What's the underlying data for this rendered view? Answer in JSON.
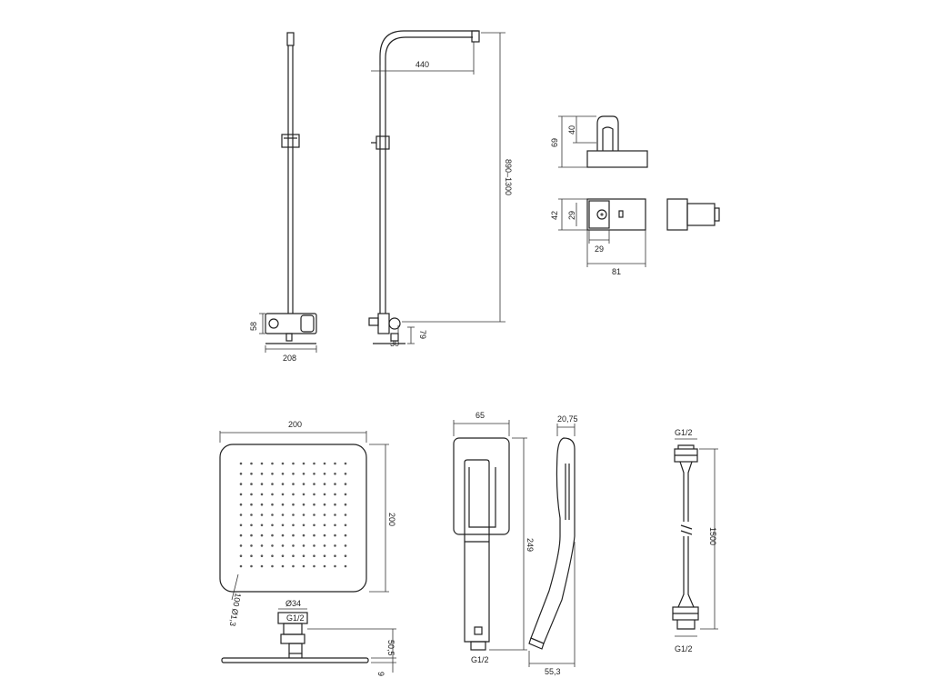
{
  "dimensions": {
    "column_top": {
      "mixer_height": "58",
      "mixer_width": "208",
      "arm_reach": "440",
      "height_range": "890–1300",
      "outlet_offset": "30",
      "outlet_height": "79"
    },
    "holder": {
      "total_height": "69",
      "hook_height": "40",
      "depth_total": "42",
      "depth_inner": "29",
      "hole_offset": "29",
      "width": "81"
    },
    "head": {
      "width": "200",
      "height": "200",
      "radius": "100 Ø1,3",
      "connector_diameter": "Ø34",
      "thread": "G1/2",
      "connector_height": "50,5",
      "plate_thickness": "9"
    },
    "hand_shower": {
      "width": "65",
      "length": "249",
      "thread": "G1/2",
      "depth_top": "20,75",
      "depth_bottom": "55,3"
    },
    "hose": {
      "thread_top": "G1/2",
      "length": "1500",
      "thread_bottom": "G1/2"
    }
  }
}
